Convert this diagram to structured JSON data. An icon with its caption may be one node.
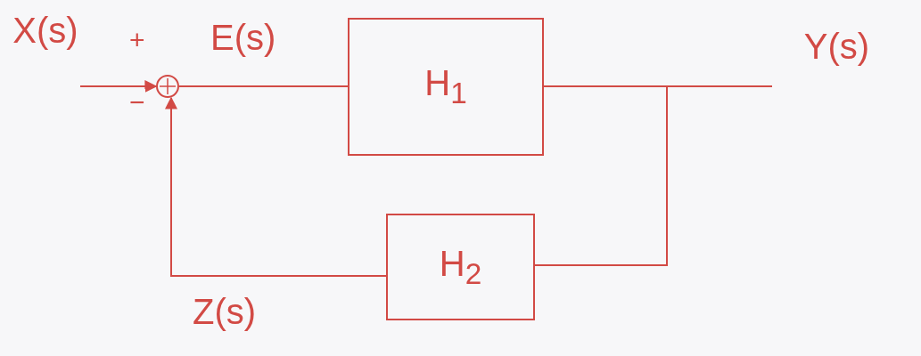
{
  "diagram": {
    "nodes": [
      {
        "text": [
          "X(s)"
        ]
      },
      {
        "text": [],
        "shape": "circle"
      },
      {
        "text": [
          "H$_{1}$"
        ]
      },
      {
        "text": [
          "Y(s)"
        ]
      },
      {
        "text": [
          "H$_{2}$"
        ]
      }
    ],
    "edges": [
      {
        "from": 0,
        "to": 1,
        "arrow": "to"
      },
      {
        "from": 1,
        "to": 2,
        "arrow": "none",
        "label": "E(s)"
      },
      {
        "from": 2,
        "to": 3,
        "arrow": "none"
      },
      {
        "from": 2,
        "to": 4,
        "arrow": "none"
      },
      {
        "from": 4,
        "to": 1,
        "arrow": "to",
        "label": "Z(s)"
      }
    ],
    "labels": [
      "+",
      "−"
    ]
  }
}
